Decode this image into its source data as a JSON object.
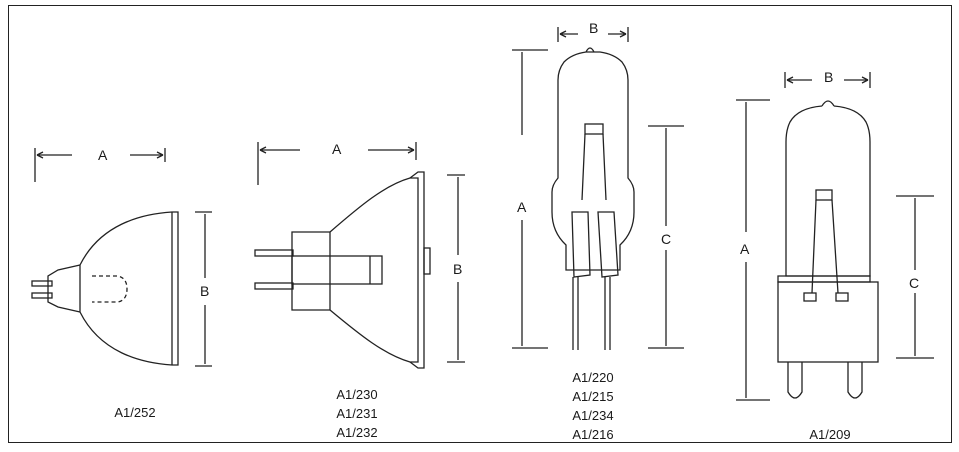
{
  "dimension_labels": {
    "lamp1": {
      "a": "A",
      "b": "B"
    },
    "lamp2": {
      "a": "A",
      "b": "B"
    },
    "lamp3": {
      "a": "A",
      "b": "B",
      "c": "C"
    },
    "lamp4": {
      "a": "A",
      "b": "B",
      "c": "C"
    }
  },
  "captions": {
    "lamp1": [
      "A1/252"
    ],
    "lamp2": [
      "A1/230",
      "A1/231",
      "A1/232"
    ],
    "lamp3": [
      "A1/220",
      "A1/215",
      "A1/234",
      "A1/216"
    ],
    "lamp4": [
      "A1/209"
    ]
  },
  "colors": {
    "line": "#222222",
    "background": "#ffffff"
  }
}
